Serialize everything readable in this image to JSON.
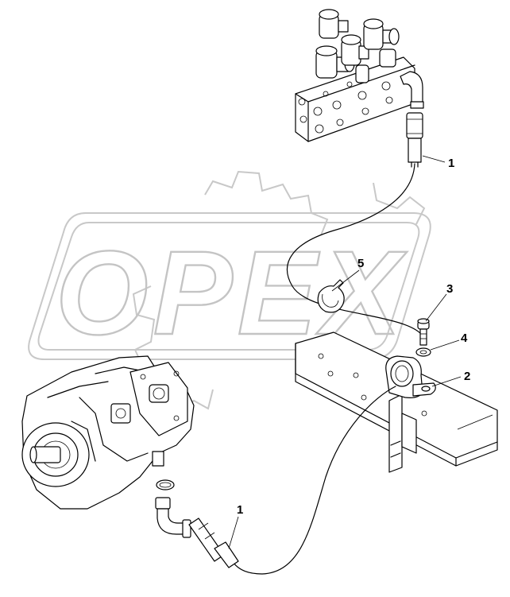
{
  "watermark": {
    "text": "OPEX"
  },
  "callouts": [
    {
      "id": "c1-top",
      "label": "1"
    },
    {
      "id": "c5",
      "label": "5"
    },
    {
      "id": "c3",
      "label": "3"
    },
    {
      "id": "c4",
      "label": "4"
    },
    {
      "id": "c2",
      "label": "2"
    },
    {
      "id": "c1-bottom",
      "label": "1"
    }
  ],
  "colors": {
    "line": "#000000",
    "watermark": "#c4c4c4",
    "background": "#ffffff"
  }
}
